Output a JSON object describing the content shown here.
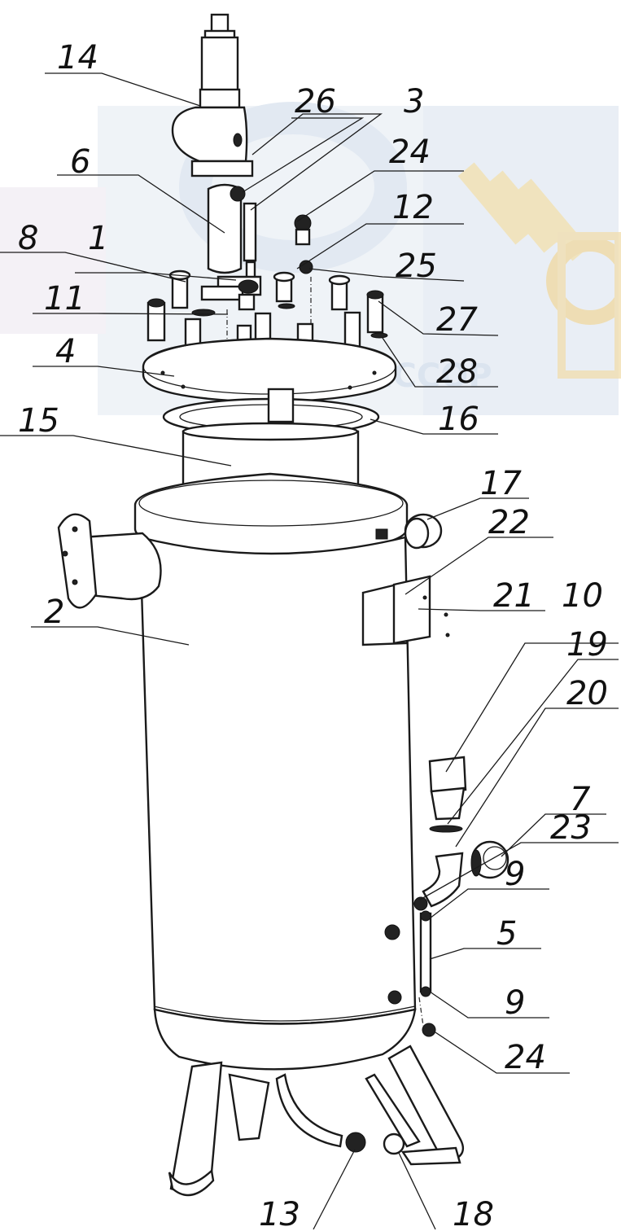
{
  "watermark": {
    "text": "ИЙ КОМПРЕССОР",
    "color": "#d8e2ee",
    "accent": "#f0d79a"
  },
  "callouts": [
    "14",
    "26",
    "3",
    "24",
    "6",
    "12",
    "8",
    "1",
    "25",
    "27",
    "11",
    "28",
    "4",
    "16",
    "15",
    "17",
    "22",
    "21",
    "10",
    "19",
    "2",
    "20",
    "7",
    "23",
    "9",
    "5",
    "9",
    "24",
    "13",
    "18"
  ]
}
